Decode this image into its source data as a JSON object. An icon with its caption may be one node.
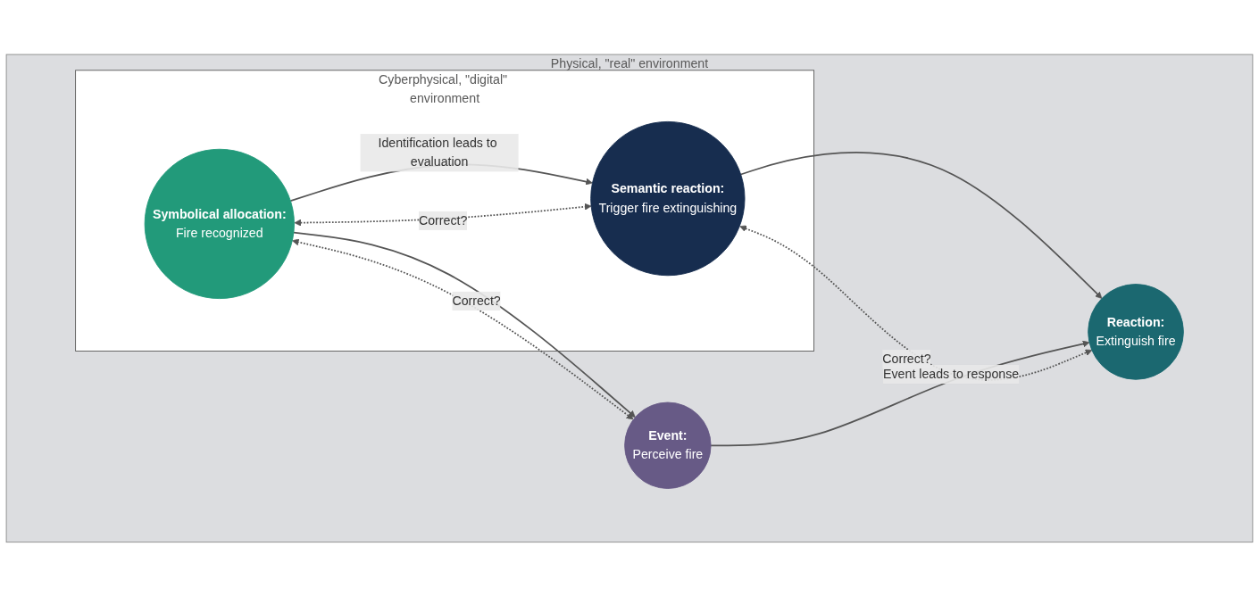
{
  "diagram": {
    "nodes": [
      {
        "text": [
          "Physical, \"real\" environment"
        ]
      },
      {
        "text": [
          "Cyberphysical, \"digital\" environment"
        ],
        "in": 0
      },
      {
        "text": [
          "Symbolical allocation:",
          "Fire recognized"
        ],
        "in": 1
      },
      {
        "text": [
          "Semantic reaction:",
          "Trigger fire extinguishing"
        ],
        "in": 1
      },
      {
        "text": [
          "Event:",
          "Perceive fire"
        ],
        "in": 0
      },
      {
        "text": [
          "Reaction:",
          "Extinguish fire"
        ],
        "in": 0
      }
    ],
    "edges": [
      {
        "from": 2,
        "to": 3,
        "arrow": "to",
        "label": "Identification leads to evaluation"
      },
      {
        "from": 2,
        "to": 4,
        "arrow": "to"
      },
      {
        "from": 3,
        "to": 5,
        "arrow": "to"
      },
      {
        "from": 4,
        "to": 5,
        "arrow": "to",
        "label": "Event leads to response"
      },
      {
        "from": 2,
        "to": 3,
        "arrow": "both",
        "style": "dashed",
        "label": "Correct?"
      },
      {
        "from": 4,
        "to": 2,
        "arrow": "both",
        "style": "dashed",
        "label": "Correct?"
      },
      {
        "from": 3,
        "to": 5,
        "arrow": "both",
        "style": "dashed",
        "label": "Correct?"
      }
    ]
  }
}
